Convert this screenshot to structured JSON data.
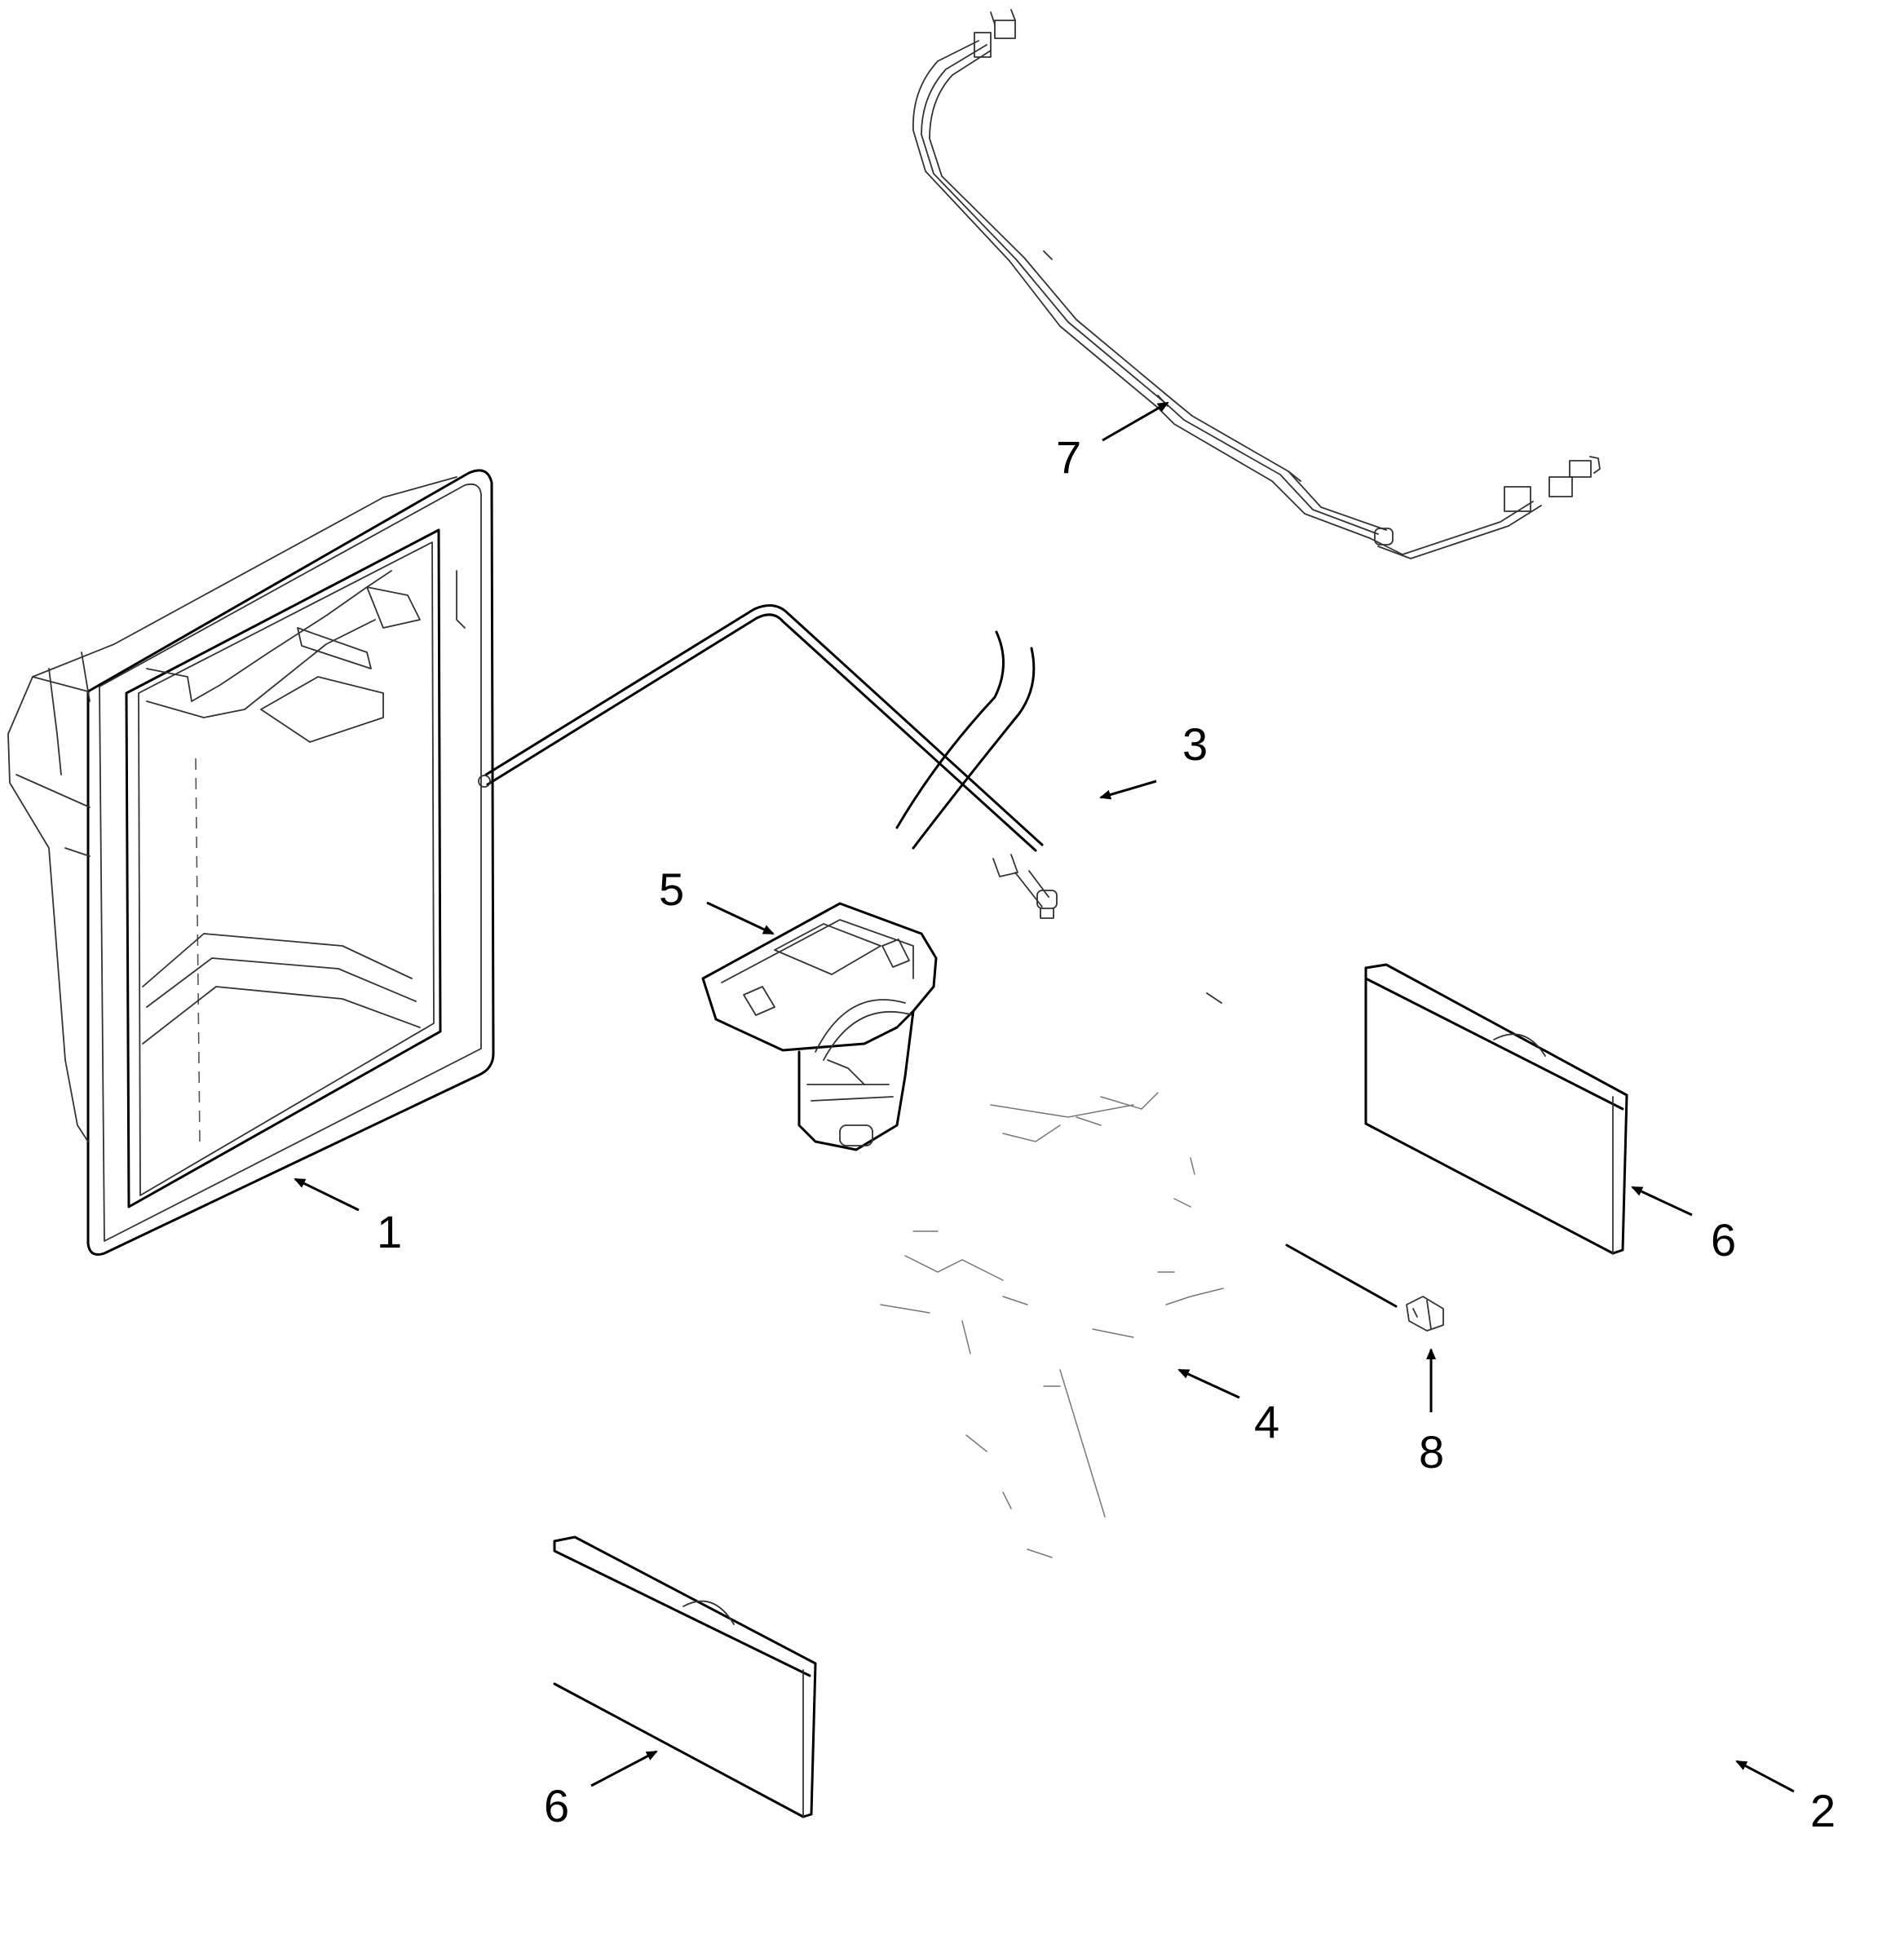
{
  "diagram": {
    "callouts": {
      "housing": "1",
      "assembly": "2",
      "water_tube": "3",
      "dispenser_frame": "4",
      "actuator": "5",
      "cover_upper": "6",
      "cover_lower": "6",
      "wire_harness": "7",
      "screw": "8"
    }
  }
}
